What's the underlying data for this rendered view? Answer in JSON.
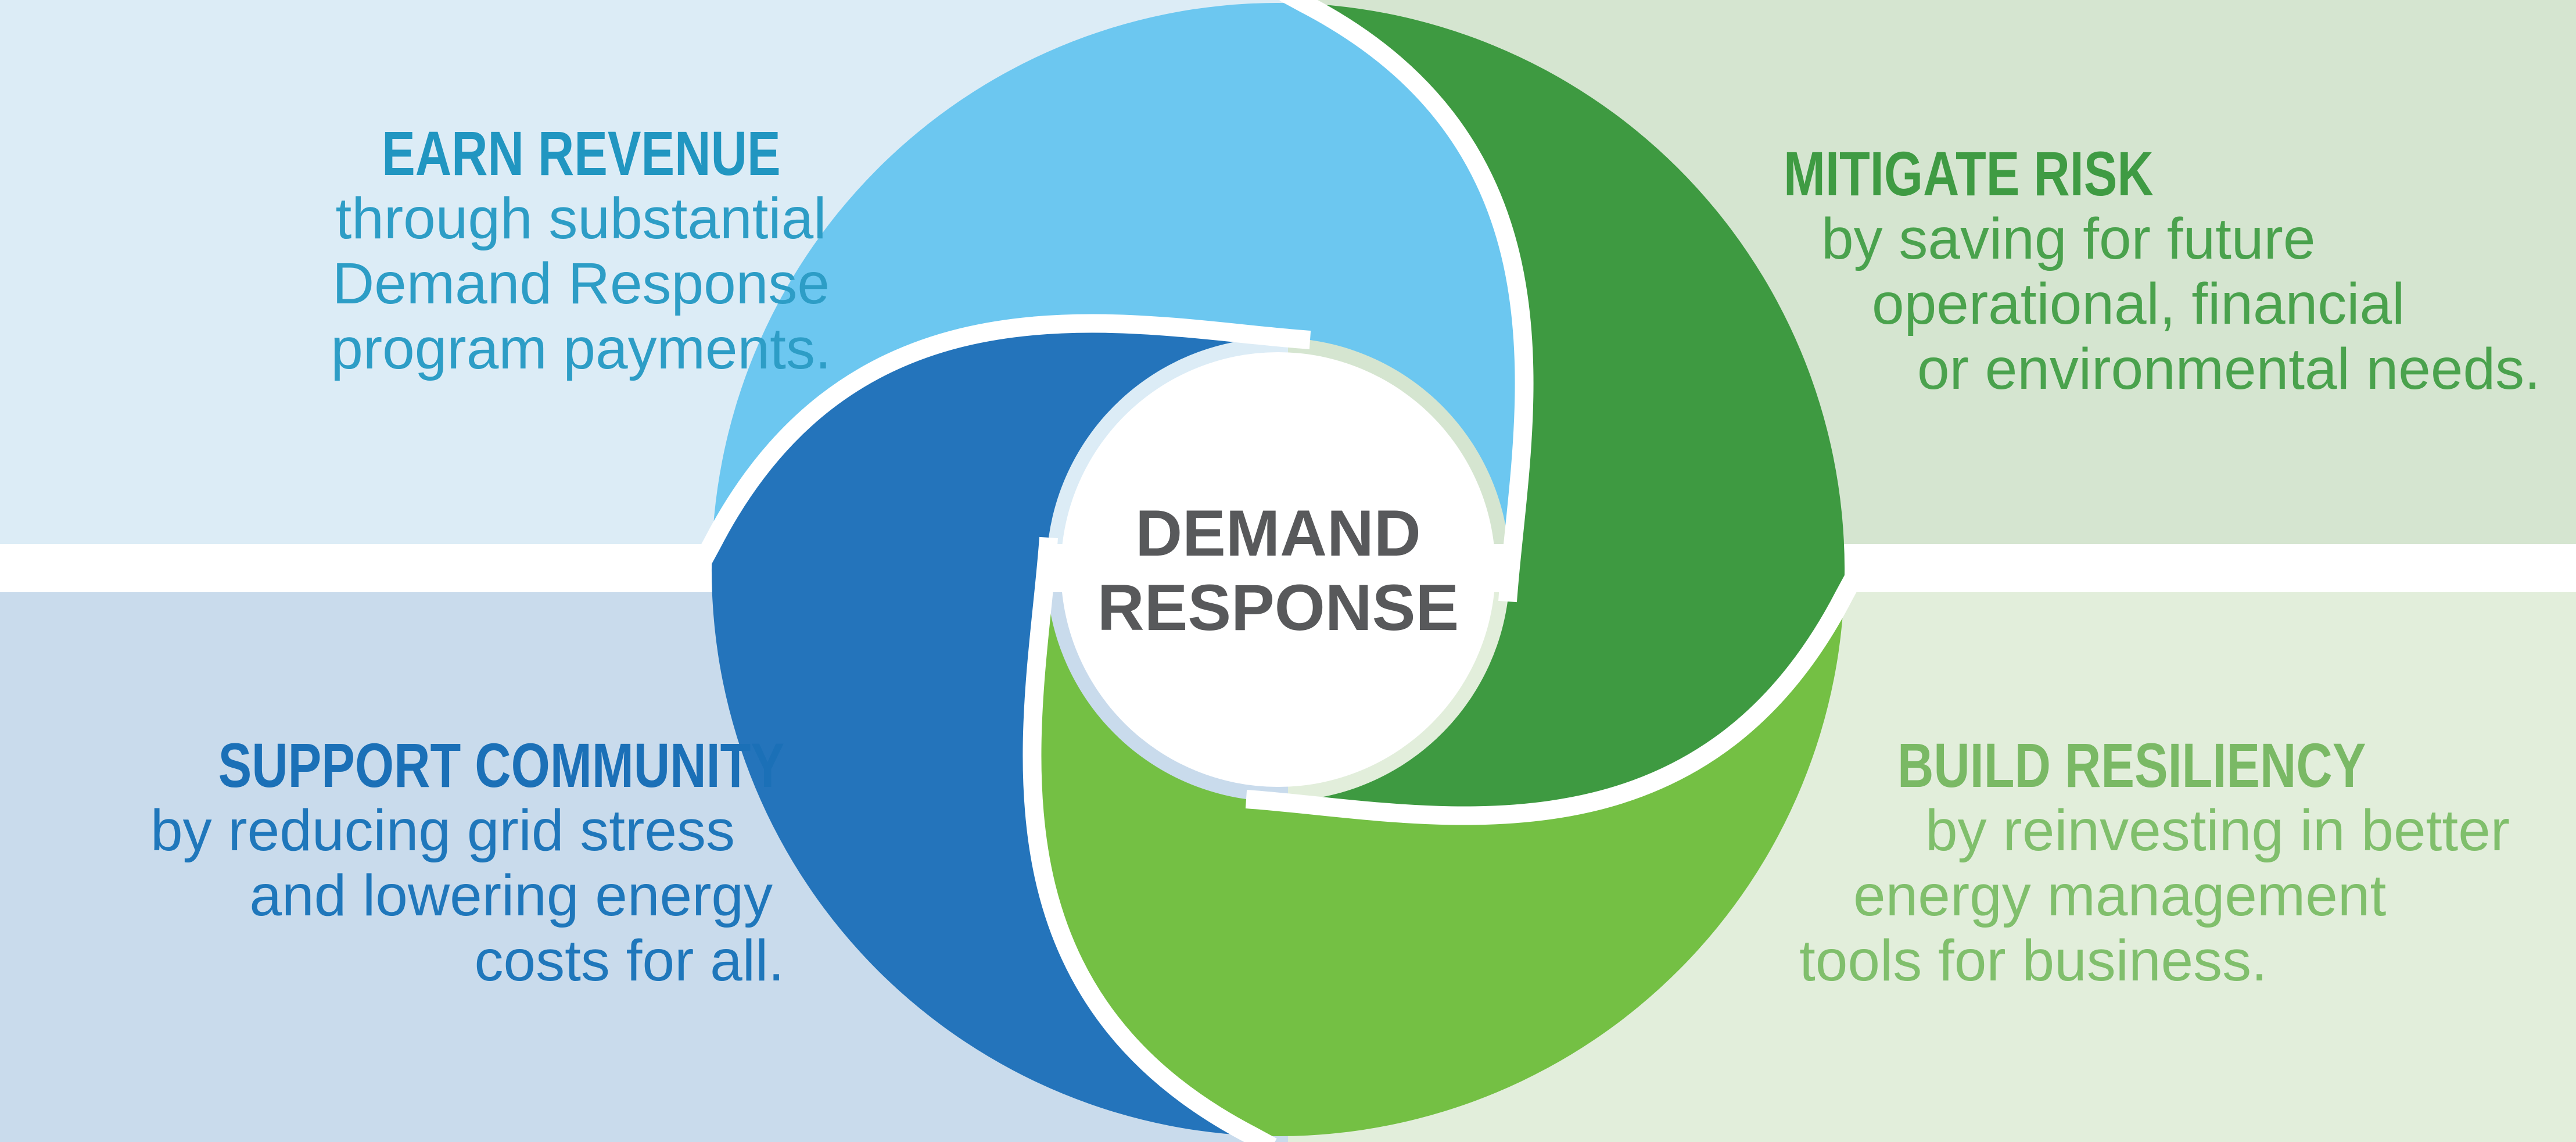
{
  "center": {
    "line1": "DEMAND",
    "line2": "RESPONSE"
  },
  "quadrants": {
    "top_left": {
      "heading": "EARN REVENUE",
      "lines": [
        "through substantial",
        "Demand Response",
        "program payments."
      ]
    },
    "top_right": {
      "heading": "MITIGATE RISK",
      "lines": [
        "by saving for future",
        "operational, financial",
        "or environmental needs."
      ]
    },
    "bottom_left": {
      "heading": "SUPPORT COMMUNITY",
      "lines": [
        "by reducing grid stress",
        "and lowering energy",
        "costs for all."
      ]
    },
    "bottom_right": {
      "heading": "BUILD RESILIENCY",
      "lines": [
        "by reinvesting in better",
        "energy management",
        "tools for business."
      ]
    }
  },
  "colors": {
    "bg_top_left": "#dcecf6",
    "bg_top_right": "#d5e5d0",
    "bg_bottom_left": "#c9dbec",
    "bg_bottom_right": "#e2eedb",
    "blade_light_blue": "#6cc7f0",
    "blade_dark_green": "#3e9a41",
    "blade_light_green": "#74c044",
    "blade_blue": "#2474bb",
    "gap_white": "#ffffff",
    "center_text": "#58595b",
    "tl_heading": "#2196c1",
    "tl_body": "#2d9dc6",
    "tr_heading": "#3f9b43",
    "tr_body": "#4aa24d",
    "bl_heading": "#1b70b7",
    "bl_body": "#1f77bb",
    "br_heading": "#7ab965",
    "br_body": "#80bf6c"
  }
}
